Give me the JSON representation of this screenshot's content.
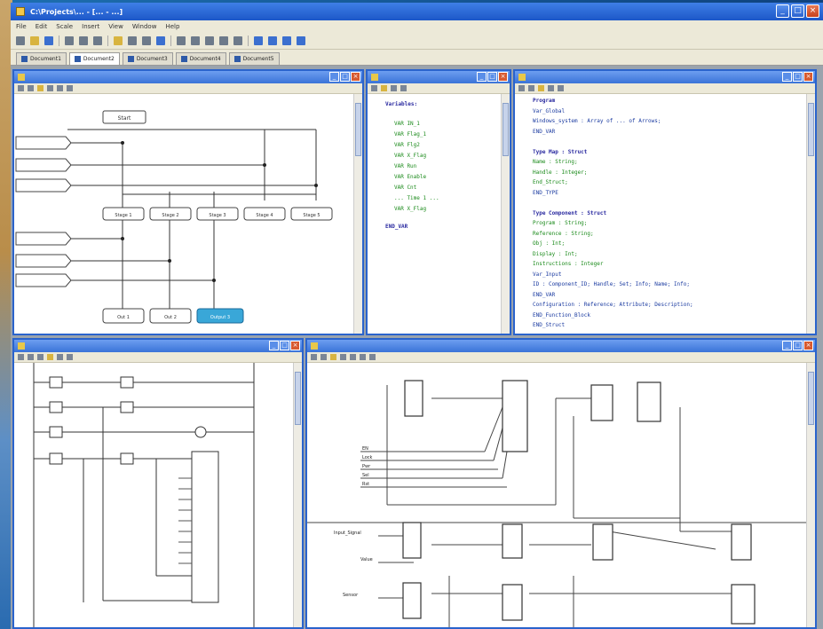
{
  "window": {
    "title": "C:\\Projects\\... - [... - ...]"
  },
  "menubar": {
    "items": [
      "File",
      "Edit",
      "Scale",
      "Insert",
      "View",
      "Window",
      "Help"
    ]
  },
  "tabs": [
    {
      "label": "Document1",
      "active": false
    },
    {
      "label": "Document2",
      "active": true
    },
    {
      "label": "Document3",
      "active": false
    },
    {
      "label": "Document4",
      "active": false
    },
    {
      "label": "Document5",
      "active": false
    }
  ],
  "panes": {
    "flow": {
      "title": "",
      "nodes_top": [
        "Start",
        "",
        "",
        ""
      ],
      "nodes_mid": [
        "Stage 1",
        "Stage 2",
        "Stage 3",
        "Stage 4",
        "Stage 5"
      ],
      "nodes_bottom": [
        "Out 1",
        "Out 2",
        "Output 3"
      ]
    },
    "list": {
      "title": "",
      "lines": [
        "Variables:",
        "VAR  IN_1",
        "VAR  Flag_1",
        "VAR  Flg2",
        "VAR  X_Flag",
        "VAR  Run",
        "VAR  Enable",
        "VAR  Cnt",
        "...  Time 1 ...",
        "VAR  X_Flag",
        "END_VAR"
      ]
    },
    "code": {
      "title": "",
      "lines": [
        {
          "t": "Program",
          "c": "kw"
        },
        {
          "t": "   Var_Global",
          "c": "bl"
        },
        {
          "t": "Windows_system : Array of ... of Arrows;",
          "c": "bl"
        },
        {
          "t": "END_VAR",
          "c": "bl"
        },
        {
          "t": "",
          "c": "bl"
        },
        {
          "t": "Type Map : Struct",
          "c": "kw"
        },
        {
          "t": "    Name : String;",
          "c": "gr"
        },
        {
          "t": "    Handle : Integer;",
          "c": "gr"
        },
        {
          "t": "    End_Struct;",
          "c": "gr"
        },
        {
          "t": "END_TYPE",
          "c": "bl"
        },
        {
          "t": "",
          "c": "bl"
        },
        {
          "t": "Type Component : Struct",
          "c": "kw"
        },
        {
          "t": "    Program : String;",
          "c": "gr"
        },
        {
          "t": "    Reference : String;",
          "c": "gr"
        },
        {
          "t": "    Obj : Int;",
          "c": "gr"
        },
        {
          "t": "    Display : Int;",
          "c": "gr"
        },
        {
          "t": "    Instructions : Integer",
          "c": "gr"
        },
        {
          "t": "        Var_Input",
          "c": "bl"
        },
        {
          "t": "        ID : Component_ID; Handle; Set; Info; Name; Info;",
          "c": "bl"
        },
        {
          "t": "        END_VAR",
          "c": "bl"
        },
        {
          "t": "        Configuration : Reference; Attribute; Description;",
          "c": "bl"
        },
        {
          "t": "        END_Function_Block",
          "c": "bl"
        },
        {
          "t": "    END_Struct",
          "c": "bl"
        }
      ]
    },
    "ladder": {
      "title": ""
    },
    "fbd": {
      "title": "",
      "inputs": [
        "EN",
        "Lock",
        "Pwr",
        "Sel",
        "Rst"
      ],
      "side_labels": [
        "Input_Signal",
        "Value",
        "Sensor"
      ]
    }
  },
  "colors": {
    "accent": "#2a63cc",
    "highlight": "#39a7d8"
  }
}
